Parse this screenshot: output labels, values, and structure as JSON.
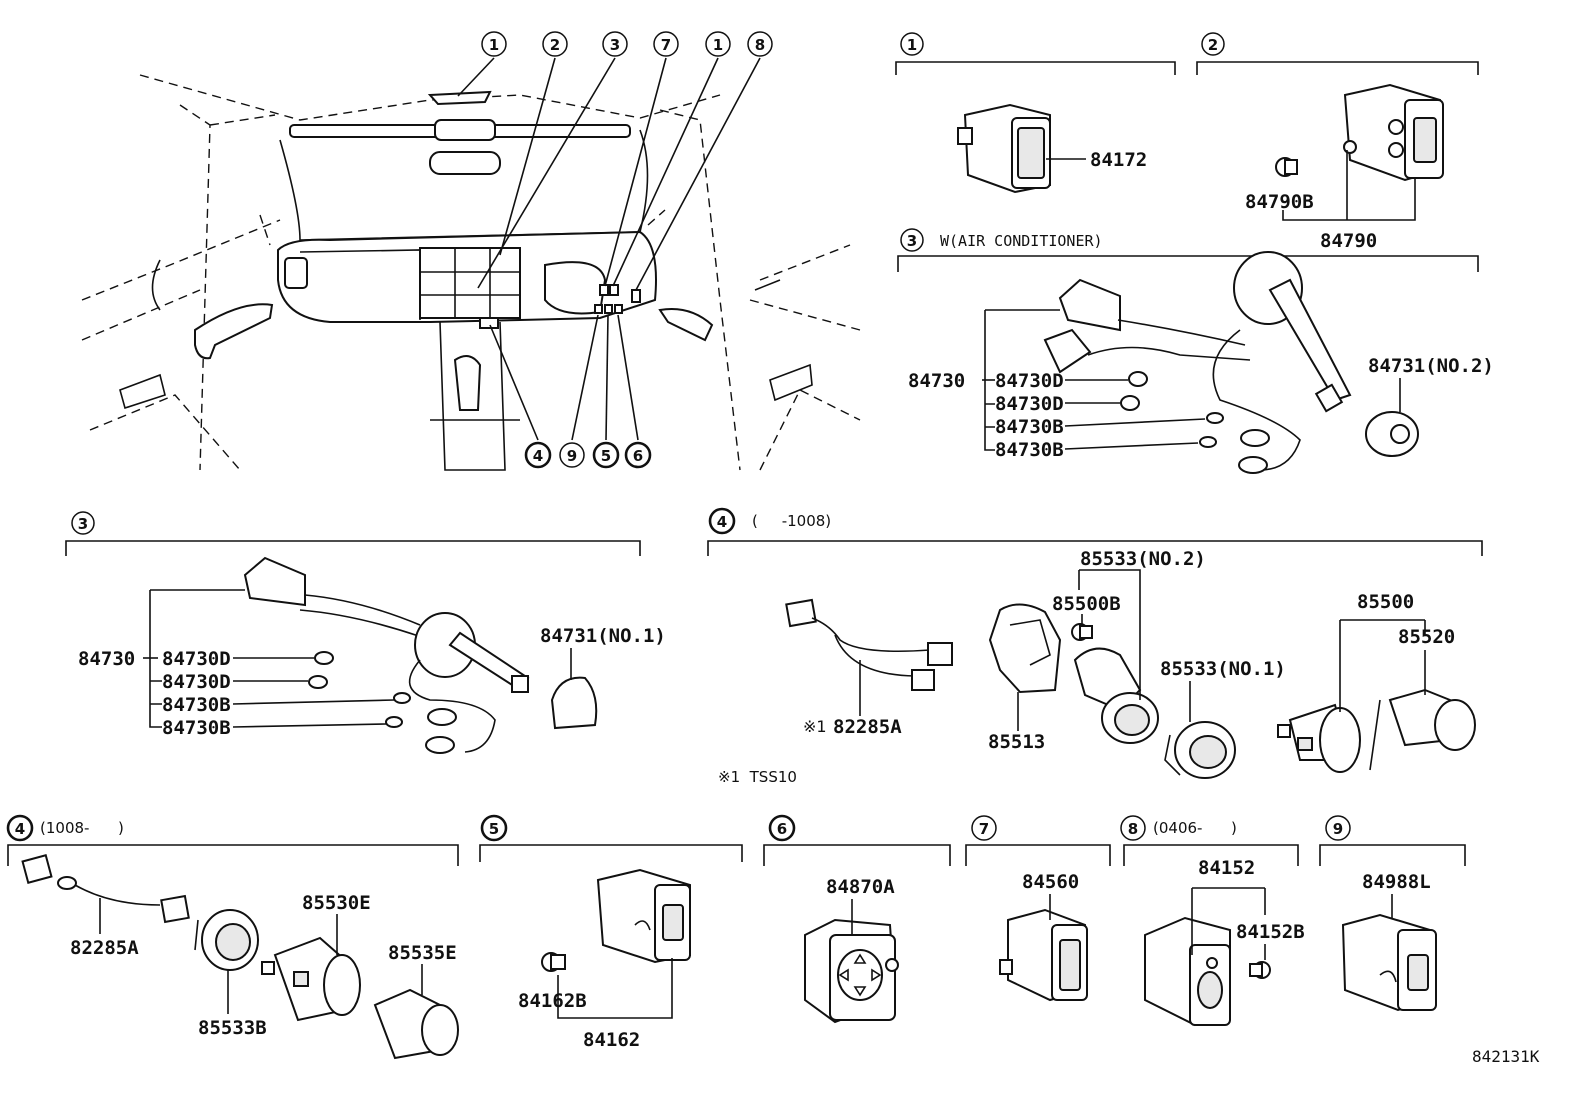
{
  "overview": {
    "callouts_top": [
      "1",
      "2",
      "3",
      "7",
      "1",
      "8"
    ],
    "callouts_bottom": [
      "4",
      "9",
      "5",
      "6"
    ]
  },
  "sections": {
    "s1": {
      "num": "1",
      "parts": [
        "84172"
      ]
    },
    "s2": {
      "num": "2",
      "parts": [
        "84790B",
        "84790"
      ]
    },
    "s3ac": {
      "num": "3",
      "title": "W(AIR CONDITIONER)",
      "parts": [
        "84730",
        "84730D",
        "84730D",
        "84730B",
        "84730B",
        "84731(NO.2)"
      ]
    },
    "s3": {
      "num": "3",
      "parts": [
        "84730",
        "84730D",
        "84730D",
        "84730B",
        "84730B",
        "84731(NO.1)"
      ]
    },
    "s4a": {
      "num": "4",
      "title": "(     -1008)",
      "parts": [
        "85533(NO.2)",
        "85500B",
        "85533(NO.1)",
        "85513",
        "82285A",
        "85500",
        "85520"
      ],
      "note_mark": "※1",
      "footnote": "※1  TSS10"
    },
    "s4b": {
      "num": "4",
      "title": "(1008-      )",
      "parts": [
        "82285A",
        "85533B",
        "85530E",
        "85535E"
      ]
    },
    "s5": {
      "num": "5",
      "parts": [
        "84162B",
        "84162"
      ]
    },
    "s6": {
      "num": "6",
      "parts": [
        "84870A"
      ]
    },
    "s7": {
      "num": "7",
      "parts": [
        "84560"
      ]
    },
    "s8": {
      "num": "8",
      "title": "(0406-      )",
      "parts": [
        "84152",
        "84152B"
      ]
    },
    "s9": {
      "num": "9",
      "parts": [
        "84988L"
      ]
    }
  },
  "figure_id": "842131K"
}
